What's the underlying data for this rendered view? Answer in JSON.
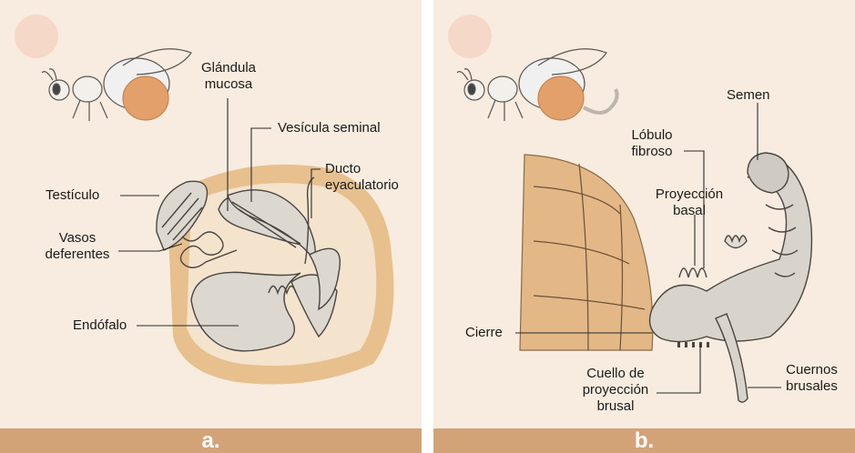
{
  "panel_a": {
    "footer_label": "a.",
    "labels": {
      "glandula_line1": "Glándula",
      "glandula_line2": "mucosa",
      "vesicula": "Vesícula seminal",
      "ducto_line1": "Ducto",
      "ducto_line2": "eyaculatorio",
      "testiculo": "Testículo",
      "vasos_line1": "Vasos",
      "vasos_line2": "deferentes",
      "endofalo": "Endófalo"
    }
  },
  "panel_b": {
    "footer_label": "b.",
    "labels": {
      "semen": "Semen",
      "lobulo_line1": "Lóbulo",
      "lobulo_line2": "fibroso",
      "proyeccion_line1": "Proyección",
      "proyeccion_line2": "basal",
      "cierre": "Cierre",
      "cuello_line1": "Cuello de",
      "cuello_line2": "proyección",
      "cuello_line3": "brusal",
      "cuernos_line1": "Cuernos",
      "cuernos_line2": "brusales"
    }
  },
  "colors": {
    "panel_bg": "#f7ecdf",
    "footer_bg": "#d3a378",
    "abdomen": "#e7c08e",
    "bee_body": "#e3a06a",
    "organ": "#d8d4cc"
  }
}
